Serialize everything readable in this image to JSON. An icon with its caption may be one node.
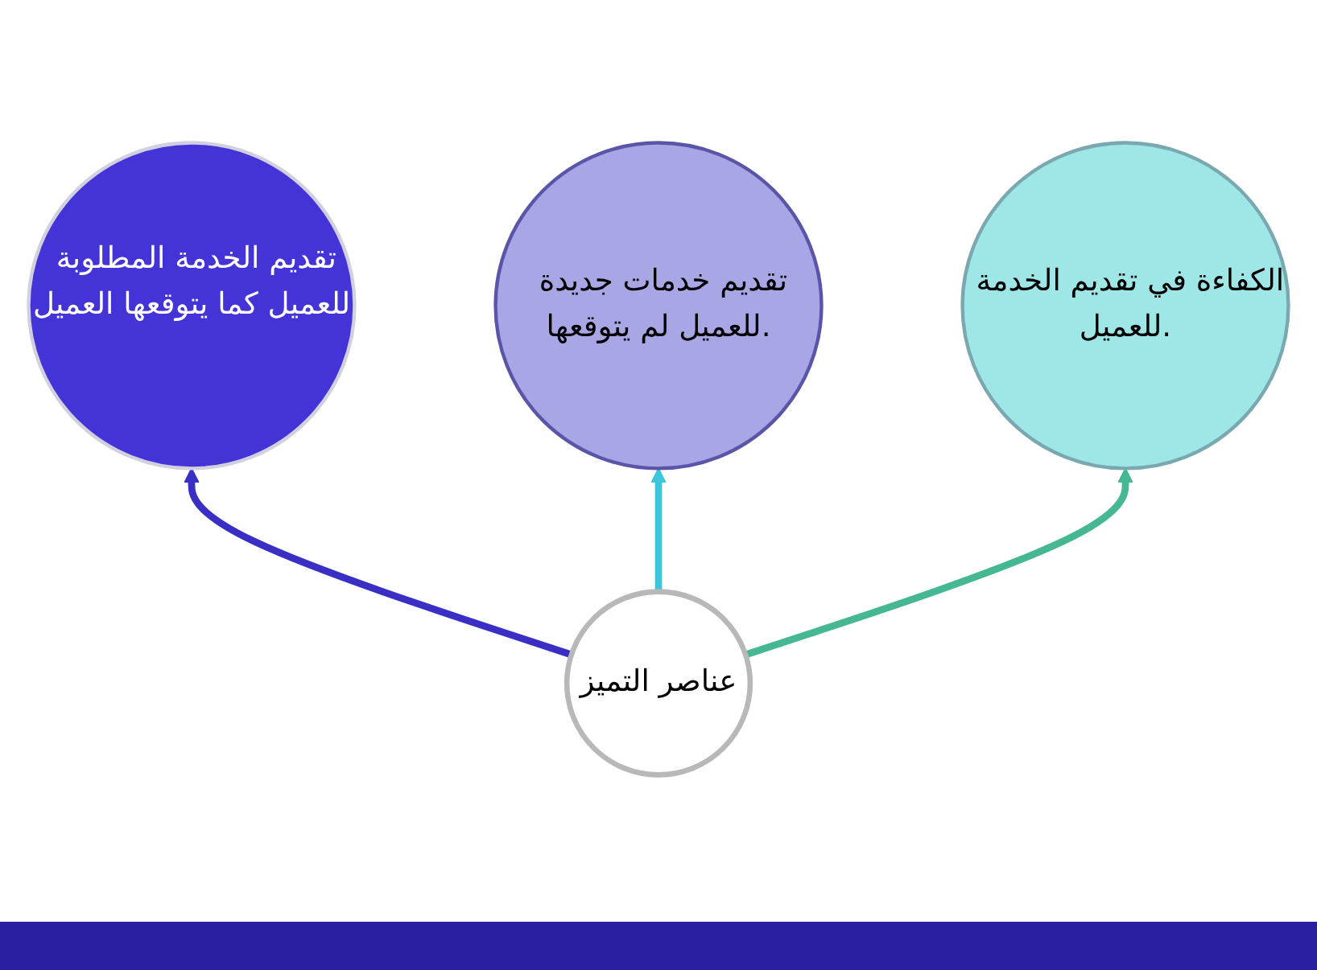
{
  "diagram": {
    "nodes": [
      {
        "text": [
          "عناصر التميز"
        ]
      },
      {
        "text": [
          "تقديم الخدمة المطلوبة للعميل كما يتوقعها العميل"
        ]
      },
      {
        "text": [
          "تقديم خدمات جديدة للعميل لم يتوقعها."
        ]
      },
      {
        "text": [
          "الكفاءة في تقديم الخدمة للعميل."
        ]
      }
    ],
    "edges": [
      {
        "from": 0,
        "to": 1,
        "arrow": "to",
        "color": "#3a2fc4"
      },
      {
        "from": 0,
        "to": 2,
        "arrow": "to",
        "color": "#3cc6dc"
      },
      {
        "from": 0,
        "to": 3,
        "arrow": "to",
        "color": "#45b893"
      }
    ]
  }
}
